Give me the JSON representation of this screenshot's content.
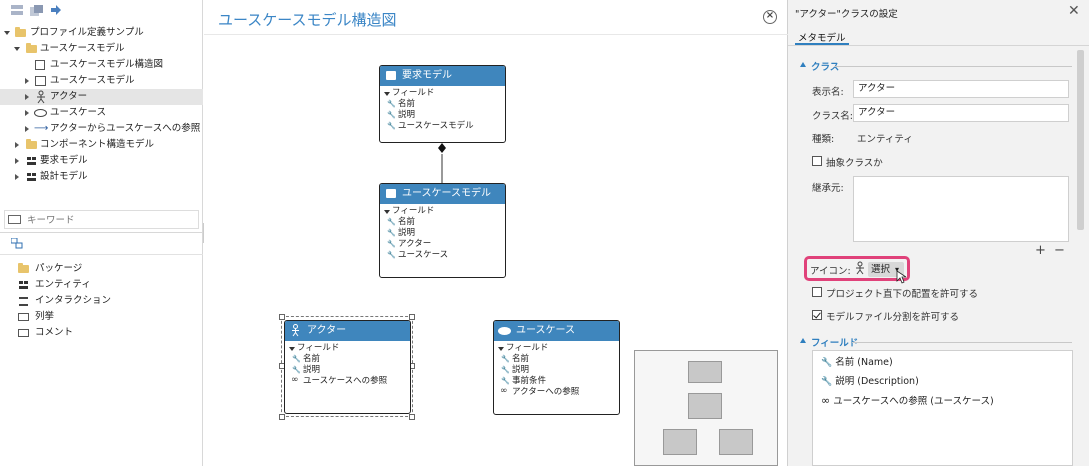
{
  "tree": {
    "items": [
      {
        "label": "プロファイル定義サンプル"
      },
      {
        "label": "ユースケースモデル"
      },
      {
        "label": "ユースケースモデル構造図"
      },
      {
        "label": "ユースケースモデル"
      },
      {
        "label": "アクター"
      },
      {
        "label": "ユースケース"
      },
      {
        "label": "アクターからユースケースへの参照"
      },
      {
        "label": "コンポーネント構造モデル"
      },
      {
        "label": "要求モデル"
      },
      {
        "label": "設計モデル"
      }
    ]
  },
  "search": {
    "placeholder": "キーワード"
  },
  "palette": {
    "items": [
      {
        "label": "パッケージ"
      },
      {
        "label": "エンティティ"
      },
      {
        "label": "インタラクション"
      },
      {
        "label": "列挙"
      },
      {
        "label": "コメント"
      }
    ]
  },
  "canvas": {
    "title": "ユースケースモデル構造図",
    "classes": [
      {
        "name": "要求モデル",
        "group": "フィールド",
        "fields": [
          "名前",
          "説明",
          "ユースケースモデル"
        ]
      },
      {
        "name": "ユースケースモデル",
        "group": "フィールド",
        "fields": [
          "名前",
          "説明",
          "アクター",
          "ユースケース"
        ]
      },
      {
        "name": "アクター",
        "group": "フィールド",
        "fields": [
          "名前",
          "説明",
          "ユースケースへの参照"
        ]
      },
      {
        "name": "ユースケース",
        "group": "フィールド",
        "fields": [
          "名前",
          "説明",
          "事前条件",
          "アクターへの参照"
        ]
      }
    ]
  },
  "panel": {
    "title": "\"アクター\"クラスの設定",
    "tab": "メタモデル",
    "class_section": "クラス",
    "display_name_label": "表示名:",
    "display_name_value": "アクター",
    "class_name_label": "クラス名:",
    "class_name_value": "アクター",
    "kind_label": "種類:",
    "kind_value": "エンティティ",
    "abstract_label": "抽象クラスか",
    "abstract_checked": false,
    "inherit_label": "継承元:",
    "add": "+",
    "remove": "−",
    "icon_label": "アイコン:",
    "icon_select": "選択",
    "allow_project_label": "プロジェクト直下の配置を許可する",
    "allow_project_checked": false,
    "allow_split_label": "モデルファイル分割を許可する",
    "allow_split_checked": true,
    "field_section": "フィールド",
    "fields": [
      {
        "label": "名前 (Name)"
      },
      {
        "label": "説明 (Description)"
      },
      {
        "label": "ユースケースへの参照 (ユースケース)"
      }
    ]
  },
  "colors": {
    "accent": "#3f86bd",
    "highlight": "#e0427a",
    "title": "#3b86c6"
  }
}
